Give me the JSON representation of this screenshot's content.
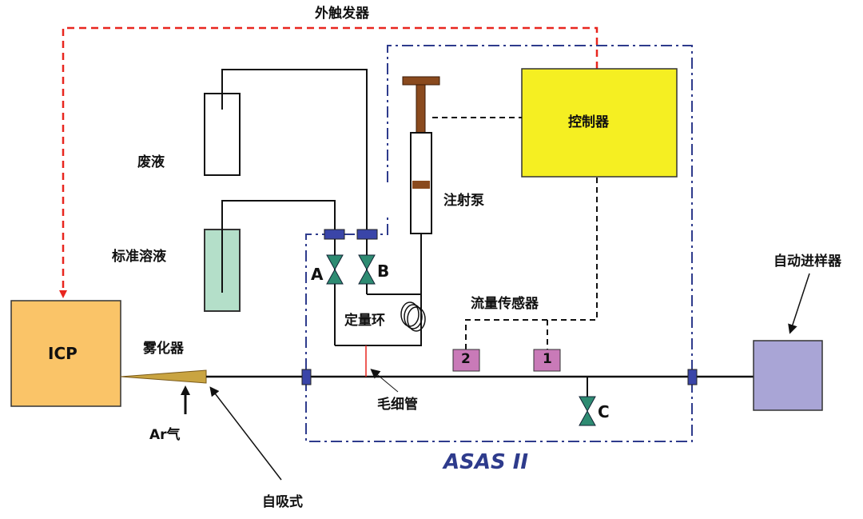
{
  "labels": {
    "external_trigger": "外触发器",
    "waste": "废液",
    "standard_solution": "标准溶液",
    "syringe_pump": "注射泵",
    "controller": "控制器",
    "icp": "ICP",
    "nebulizer": "雾化器",
    "ar_gas": "Ar气",
    "self_aspiration": "自吸式",
    "capillary": "毛细管",
    "sample_loop": "定量环",
    "flow_sensor": "流量传感器",
    "autosampler": "自动进样器",
    "brand": "ASAS II",
    "valve_a": "A",
    "valve_b": "B",
    "valve_c": "C",
    "sensor_2": "2",
    "sensor_1": "1"
  },
  "colors": {
    "trigger_line": "#e8261f",
    "enclosure": "#2e3b8c",
    "controller_fill": "#f5ef22",
    "icp_fill": "#fac468",
    "autosampler_fill": "#a9a5d6",
    "standard_fill": "#b4dfc9",
    "valve_fill": "#2e8b72",
    "sensor_fill": "#c97ab8",
    "connector_fill": "#3a45a8",
    "nebulizer_fill": "#c9a441",
    "syringe_plunger": "#8a4a1e"
  }
}
